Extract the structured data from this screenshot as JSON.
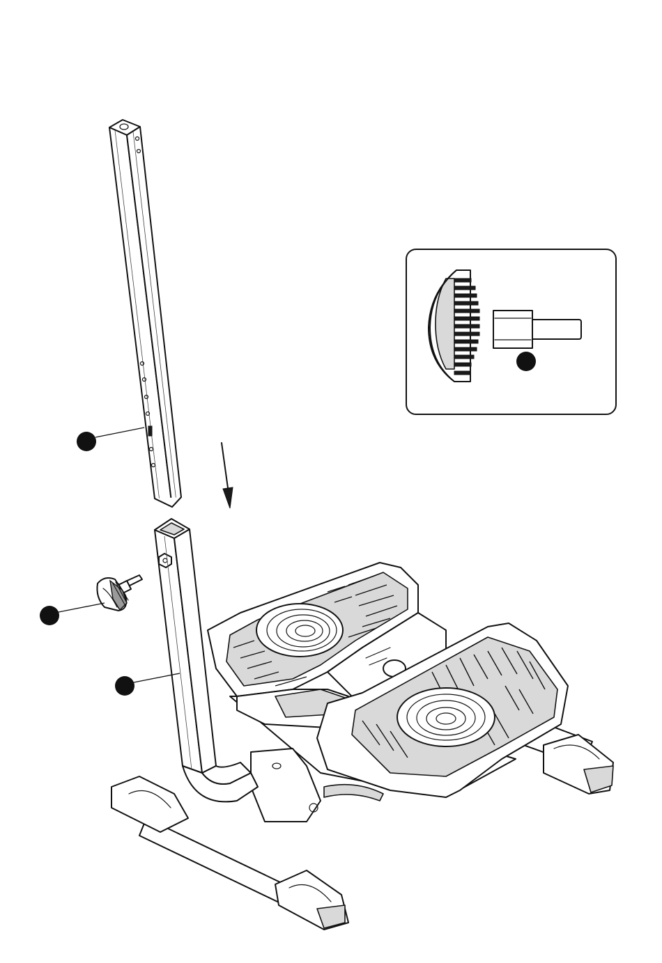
{
  "diagram": {
    "type": "assembly-illustration",
    "callouts": [
      {
        "target": "upper-upright-tube"
      },
      {
        "target": "adjustment-knob"
      },
      {
        "target": "lower-upright-tube"
      },
      {
        "target": "detail-knob"
      }
    ],
    "inset": {
      "subject": "adjustment-knob-side-view"
    },
    "assembly_direction": "down"
  },
  "colors": {
    "line": "#111111",
    "background": "#ffffff",
    "shade": "#d9d9d9"
  }
}
